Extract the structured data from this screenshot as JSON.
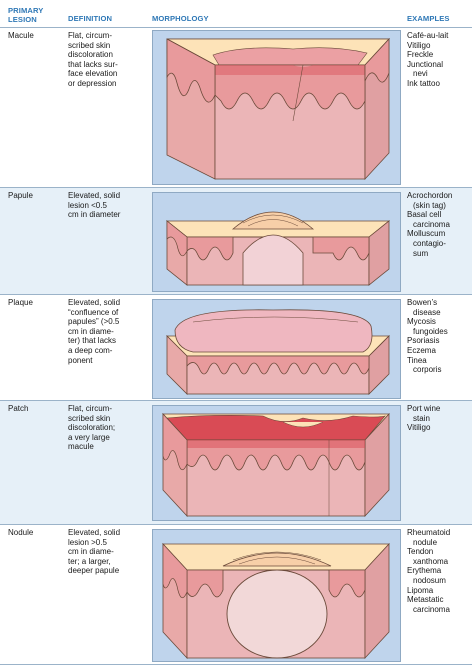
{
  "header": {
    "col1": "PRIMARY LESION",
    "col2": "DEFINITION",
    "col3": "MORPHOLOGY",
    "col4": "EXAMPLES"
  },
  "colors": {
    "header_text": "#2f78b6",
    "row_shade": "#e6f0f8",
    "panel_bg": "#bfd4ec",
    "skin_top": "#fde3b8",
    "dermis": "#eab0b4",
    "macule": "#d9535b"
  },
  "rows": [
    {
      "name": "Macule",
      "definition": [
        "Flat, circum-",
        "scribed skin",
        "discoloration",
        "that lacks sur-",
        "face elevation",
        "or depression"
      ],
      "examples": [
        "Café-au-lait",
        "Vitiligo",
        "Freckle",
        "Junctional",
        "nevi",
        "Ink tattoo"
      ]
    },
    {
      "name": "Papule",
      "definition": [
        "Elevated, solid",
        "lesion <0.5",
        "cm in diameter"
      ],
      "examples": [
        "Acrochordon",
        "(skin tag)",
        "Basal cell",
        "carcinoma",
        "Molluscum",
        "contagio-",
        "sum"
      ]
    },
    {
      "name": "Plaque",
      "definition": [
        "Elevated, solid",
        "“confluence of",
        "papules” (>0.5",
        "cm in diame-",
        "ter) that lacks",
        "a deep com-",
        "ponent"
      ],
      "examples": [
        "Bowen’s",
        "disease",
        "Mycosis",
        "fungoides",
        "Psoriasis",
        "Eczema",
        "Tinea",
        "corporis"
      ]
    },
    {
      "name": "Patch",
      "definition": [
        "Flat, circum-",
        "scribed skin",
        "discoloration;",
        "a very large",
        "macule"
      ],
      "examples": [
        "Port wine",
        "stain",
        "Vitiligo"
      ]
    },
    {
      "name": "Nodule",
      "definition": [
        "Elevated, solid",
        "lesion >0.5",
        "cm in diame-",
        "ter; a larger,",
        "deeper papule"
      ],
      "examples": [
        "Rheumatoid",
        "nodule",
        "Tendon",
        "xanthoma",
        "Erythema",
        "nodosum",
        "Lipoma",
        "Metastatic",
        "carcinoma"
      ]
    }
  ]
}
